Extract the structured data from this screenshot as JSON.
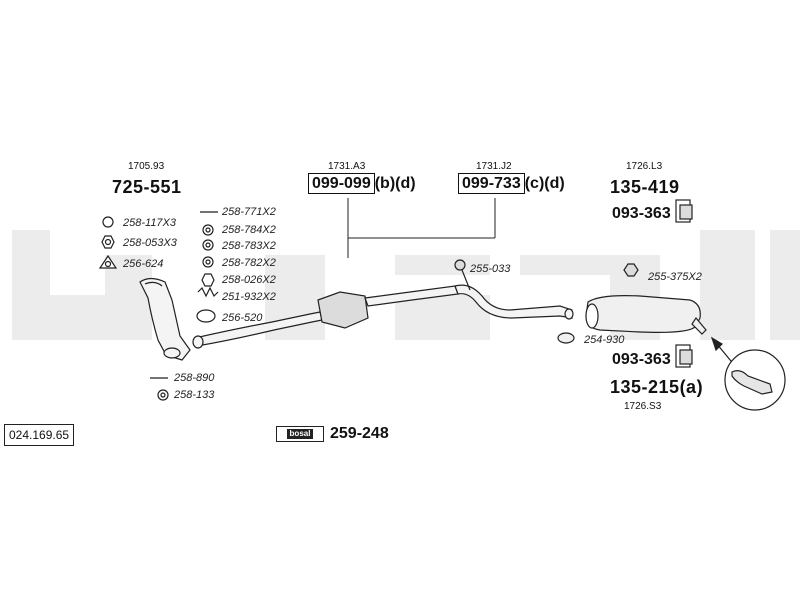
{
  "catalog_ref": "024.169.65",
  "brand": "bosal",
  "front_pipe": {
    "ref": "1705.93",
    "part": "725-551"
  },
  "front_pipe_fittings": [
    "258-117X3",
    "258-053X3",
    "256-624"
  ],
  "fittings_list": [
    "258-771X2",
    "258-784X2",
    "258-783X2",
    "258-782X2",
    "258-026X2",
    "251-932X2",
    "256-520"
  ],
  "front_pipe_extra": [
    "258-890",
    "258-133"
  ],
  "catalyst": {
    "ref": "1731.A3",
    "part": "099-099",
    "suffix": "(b)(d)"
  },
  "middle_pipe": {
    "ref": "1731.J2",
    "part": "099-733",
    "suffix": "(c)(d)"
  },
  "middle_hanger": "255-033",
  "rear_box_top": {
    "ref": "1726.L3",
    "part": "135-419",
    "mount": "093-363"
  },
  "rear_hanger": "255-375X2",
  "rear_clamp": "254-930",
  "rear_box_bottom": {
    "mount": "093-363",
    "part": "135-215",
    "suffix": "(a)",
    "ref": "1726.S3"
  },
  "mounting_kit": "259-248",
  "colors": {
    "ink": "#111111",
    "watermark": "#ececec",
    "part_fill": "#dcdcdc"
  }
}
